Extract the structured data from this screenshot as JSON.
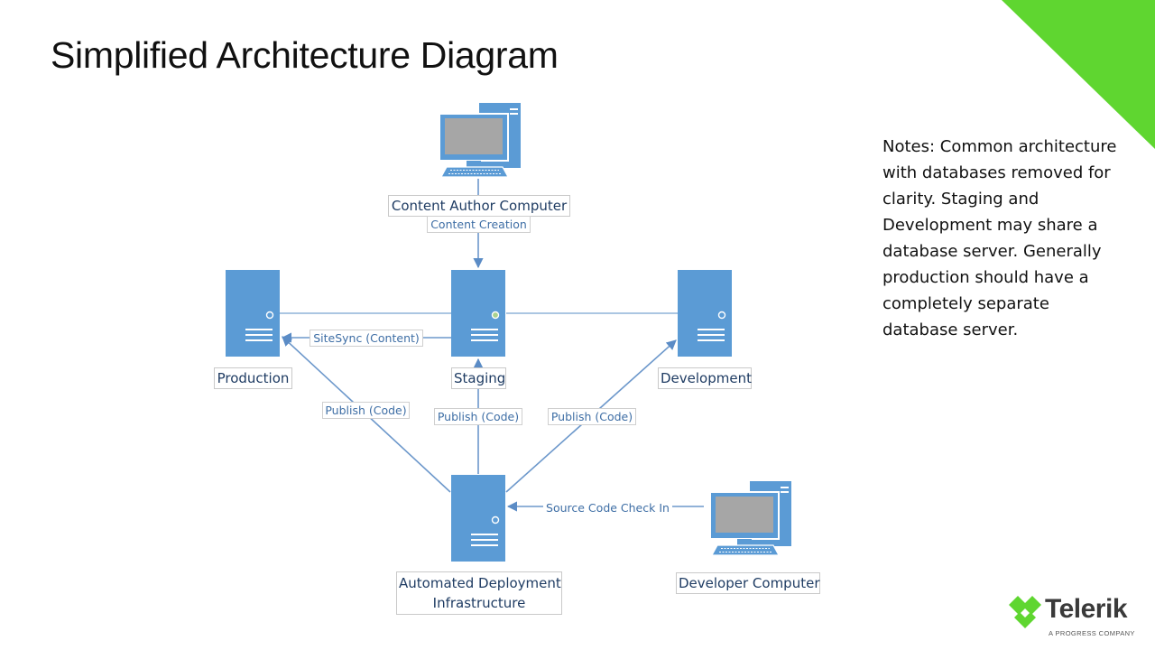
{
  "slide": {
    "title": "Simplified Architecture Diagram",
    "notes": "Notes: Common architecture with databases removed for clarity. Staging and Development may share a database server. Generally production should have a completely separate database server.",
    "accent_color": "#5fd630"
  },
  "diagram": {
    "colors": {
      "node_fill": "#5b9bd5",
      "line": "#8fb3d9",
      "screen": "#a6a6a6",
      "label_text": "#1f3c63",
      "status_led": "#a9d18e"
    },
    "nodes": {
      "content_author": {
        "label": "Content Author Computer",
        "icon": "computer-icon"
      },
      "production": {
        "label": "Production",
        "icon": "server-icon"
      },
      "staging": {
        "label": "Staging",
        "icon": "server-icon"
      },
      "development": {
        "label": "Development",
        "icon": "server-icon"
      },
      "deployment": {
        "label_line1": "Automated Deployment",
        "label_line2": "Infrastructure",
        "icon": "server-icon"
      },
      "developer": {
        "label": "Developer Computer",
        "icon": "computer-icon"
      }
    },
    "edges": {
      "content_creation": "Content Creation",
      "sitesync": "SiteSync (Content)",
      "publish_production": "Publish (Code)",
      "publish_staging": "Publish (Code)",
      "publish_development": "Publish (Code)",
      "source_checkin": "Source Code Check In"
    }
  },
  "logo": {
    "brand": "Telerik",
    "tagline": "A PROGRESS COMPANY",
    "mark_color": "#5fd630"
  }
}
